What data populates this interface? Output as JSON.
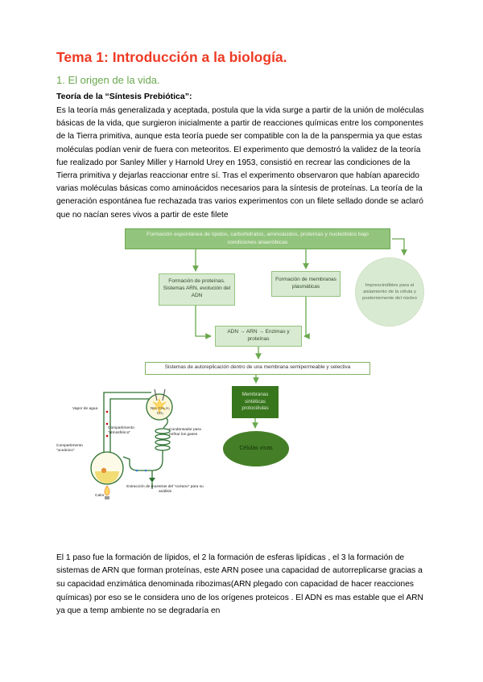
{
  "page": {
    "title": "Tema 1: Introducción a la biología.",
    "subtitle": "1. El origen de la vida.",
    "heading": "Teoría de la “Síntesis Prebiótica”:",
    "paragraph1": "Es la teoría más generalizada y aceptada, postula que la vida surge a partir de la unión de moléculas básicas de la vida, que surgieron inicialmente a partir de reacciones químicas entre los componentes de la Tierra primitiva, aunque esta teoría puede ser compatible con la de la panspermia ya que estas moléculas podían venir de fuera con meteoritos. El experimento que demostró la validez de la teoría fue realizado por Sanley Miller y Harnold Urey en 1953, consistió en recrear las condiciones de la Tierra primitiva y dejarlas reaccionar entre sí. Tras el experimento observaron que habían aparecido varias moléculas básicas como aminoácidos necesarios para la síntesis de proteínas. La teoría de la generación espontánea fue rechazada tras varios experimentos con un filete sellado donde se aclaró que no nacían seres vivos a partir de este filete",
    "paragraph2": "El 1 paso fue la formación de lípidos, el 2 la formación de esferas lipídicas , el 3 la formación de sistemas de ARN que forman proteínas, este ARN posee una capacidad de autorreplicarse gracias a su capacidad enzimática denominada ribozimas(ARN plegado con capacidad de hacer reacciones químicas) por eso se le considera uno de los orígenes proteicos . El ADN es mas estable que el ARN ya que a temp ambiente no se degradaría en"
  },
  "diagram": {
    "top": "Formación espontánea de lípidos, carbohidratos, aminoácidos, proteínas y nucleótidos bajo condiciones anaeróbicas",
    "proteins": "Formación de proteínas. Sistemas ARN, evolución del ADN",
    "membranes": "Formación de membranas plasmáticas",
    "circle": "Imprescindibles para el aislamiento de la célula y posteriormente del núcleo",
    "adn": "ADN → ARN → Enzimas y proteínas",
    "autoreplication": "Sistemas de autoreplicación dentro de una membrana semipermeable y selectiva",
    "protocells": "Membranas sintéticas protocélulas",
    "cells": "Células vivas"
  },
  "apparatus": {
    "vapor": "Vapor de agua",
    "gases": "NH₃ CH₄ H₂ CO₂",
    "atmospheric": "Compartimento “atmosférico”",
    "condenser": "Condensador para enfriar los gases",
    "oceanic": "Compartimento “oceánico”",
    "extraction": "Extracción de muestras del “océano” para su análisis",
    "heat": "Calor"
  },
  "colors": {
    "heading_red": "#ee3a24",
    "section_green": "#6aa84f",
    "node_light": "#d9ead3",
    "node_mid": "#93c47d",
    "node_dark": "#38761d"
  }
}
